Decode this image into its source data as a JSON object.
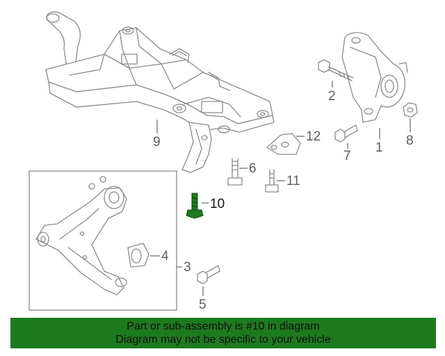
{
  "diagram": {
    "callouts": [
      {
        "id": "1",
        "text": "1"
      },
      {
        "id": "2",
        "text": "2"
      },
      {
        "id": "3",
        "text": "3"
      },
      {
        "id": "4",
        "text": "4"
      },
      {
        "id": "5",
        "text": "5"
      },
      {
        "id": "6",
        "text": "6"
      },
      {
        "id": "7",
        "text": "7"
      },
      {
        "id": "8",
        "text": "8"
      },
      {
        "id": "9",
        "text": "9"
      },
      {
        "id": "10",
        "text": "10"
      },
      {
        "id": "11",
        "text": "11"
      },
      {
        "id": "12",
        "text": "12"
      }
    ],
    "highlighted_part": "10",
    "highlight_color": "#1e7a1e"
  },
  "banner": {
    "line1": "Part or sub-assembly is #10 in diagram",
    "line2": "Diagram may not be specific to your vehicle",
    "background": "#1e7a1e"
  }
}
